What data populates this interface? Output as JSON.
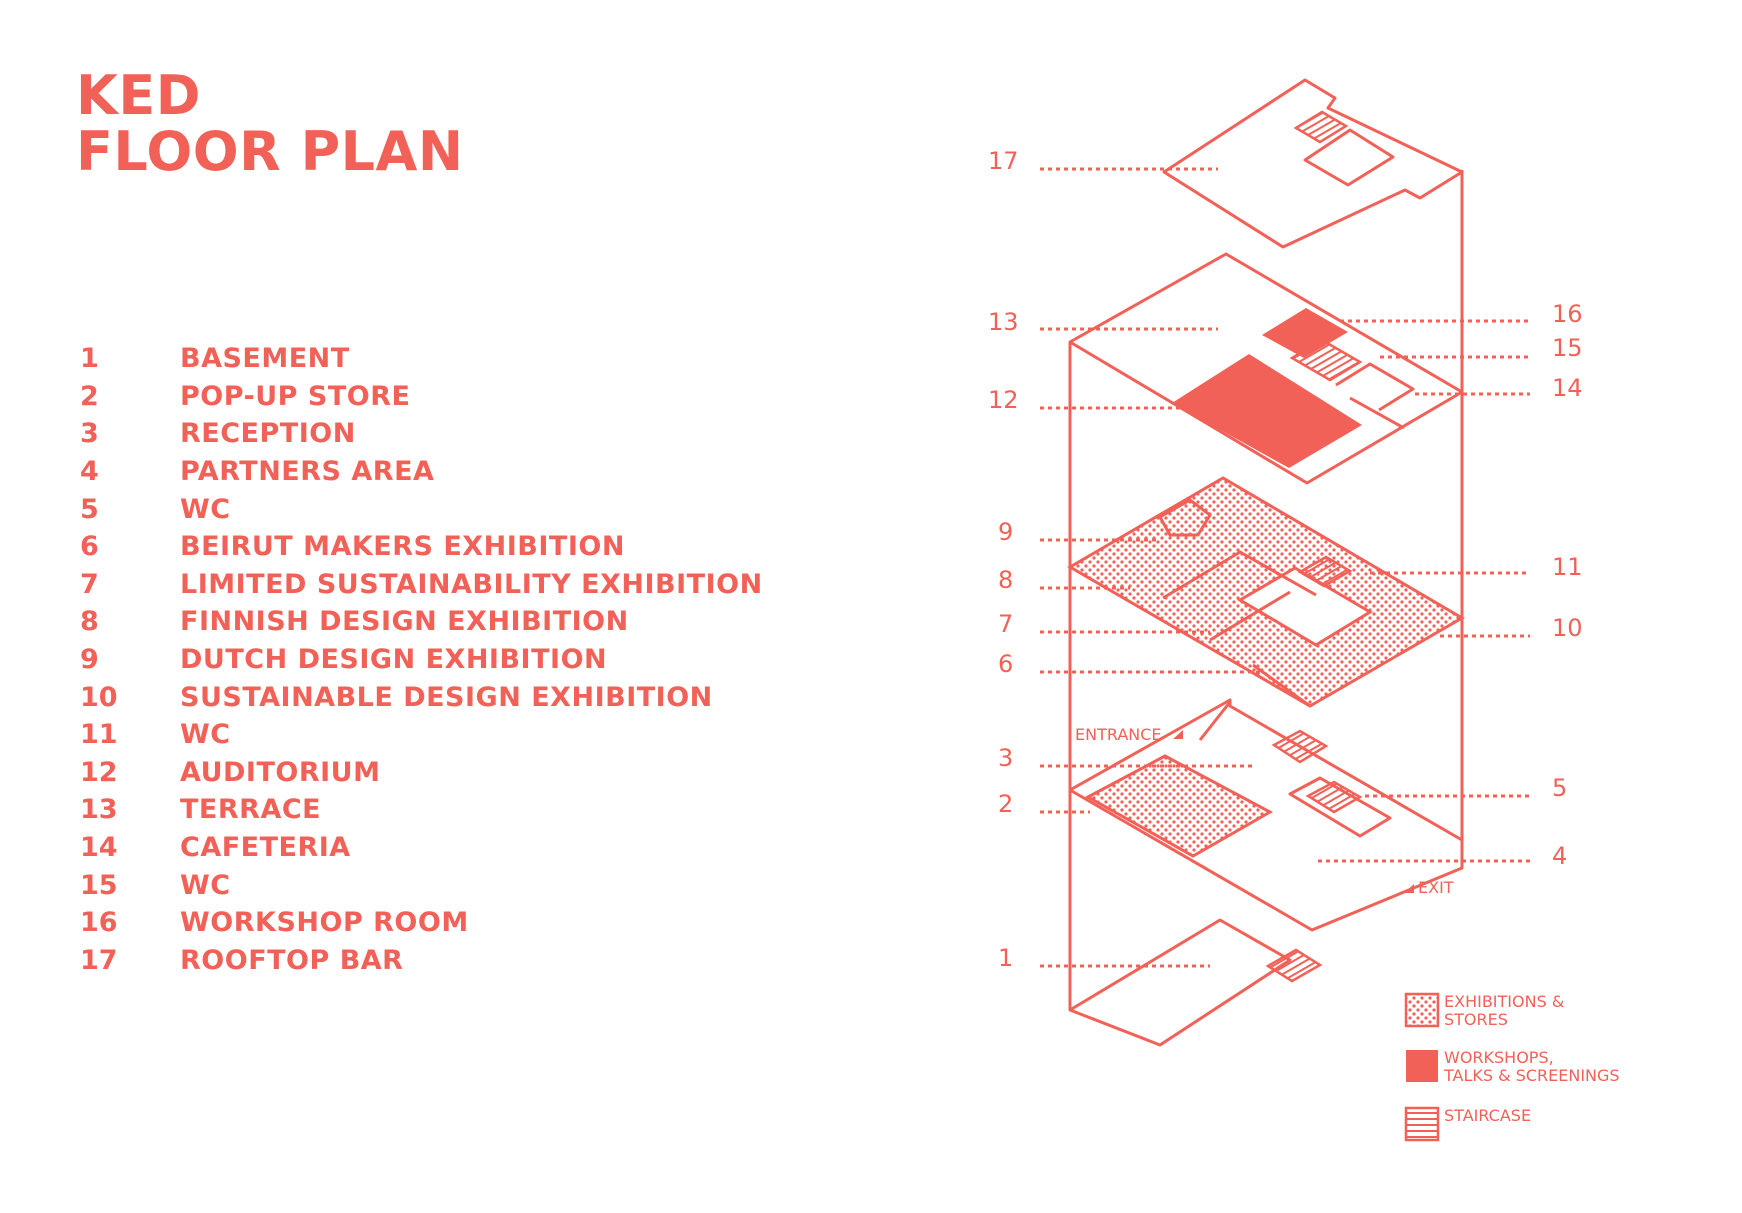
{
  "title": {
    "line1": "KED",
    "line2": "FLOOR PLAN"
  },
  "rooms": [
    {
      "num": "1",
      "label": "BASEMENT"
    },
    {
      "num": "2",
      "label": "POP-UP STORE"
    },
    {
      "num": "3",
      "label": "RECEPTION"
    },
    {
      "num": "4",
      "label": "PARTNERS AREA"
    },
    {
      "num": "5",
      "label": "WC"
    },
    {
      "num": "6",
      "label": "BEIRUT MAKERS EXHIBITION"
    },
    {
      "num": "7",
      "label": "LIMITED SUSTAINABILITY EXHIBITION"
    },
    {
      "num": "8",
      "label": "FINNISH DESIGN EXHIBITION"
    },
    {
      "num": "9",
      "label": "DUTCH DESIGN EXHIBITION"
    },
    {
      "num": "10",
      "label": "SUSTAINABLE DESIGN EXHIBITION"
    },
    {
      "num": "11",
      "label": "WC"
    },
    {
      "num": "12",
      "label": "AUDITORIUM"
    },
    {
      "num": "13",
      "label": "TERRACE"
    },
    {
      "num": "14",
      "label": "CAFETERIA"
    },
    {
      "num": "15",
      "label": "WC"
    },
    {
      "num": "16",
      "label": "WORKSHOP ROOM"
    },
    {
      "num": "17",
      "label": "ROOFTOP BAR"
    }
  ],
  "diagram": {
    "entrance": "ENTRANCE",
    "exit": "EXIT",
    "callouts": {
      "c17": "17",
      "c13": "13",
      "c12": "12",
      "c16": "16",
      "c15": "15",
      "c14": "14",
      "c9": "9",
      "c8": "8",
      "c7": "7",
      "c6": "6",
      "c11": "11",
      "c10": "10",
      "c3": "3",
      "c2": "2",
      "c5": "5",
      "c4": "4",
      "c1": "1"
    }
  },
  "key": [
    {
      "line1": "EXHIBITIONS &",
      "line2": "STORES",
      "pattern": "dots"
    },
    {
      "line1": "WORKSHOPS,",
      "line2": "TALKS & SCREENINGS",
      "pattern": "solid"
    },
    {
      "line1": "STAIRCASE",
      "line2": "",
      "pattern": "stripes"
    }
  ],
  "colors": {
    "accent": "#f26157",
    "background": "#ffffff"
  }
}
